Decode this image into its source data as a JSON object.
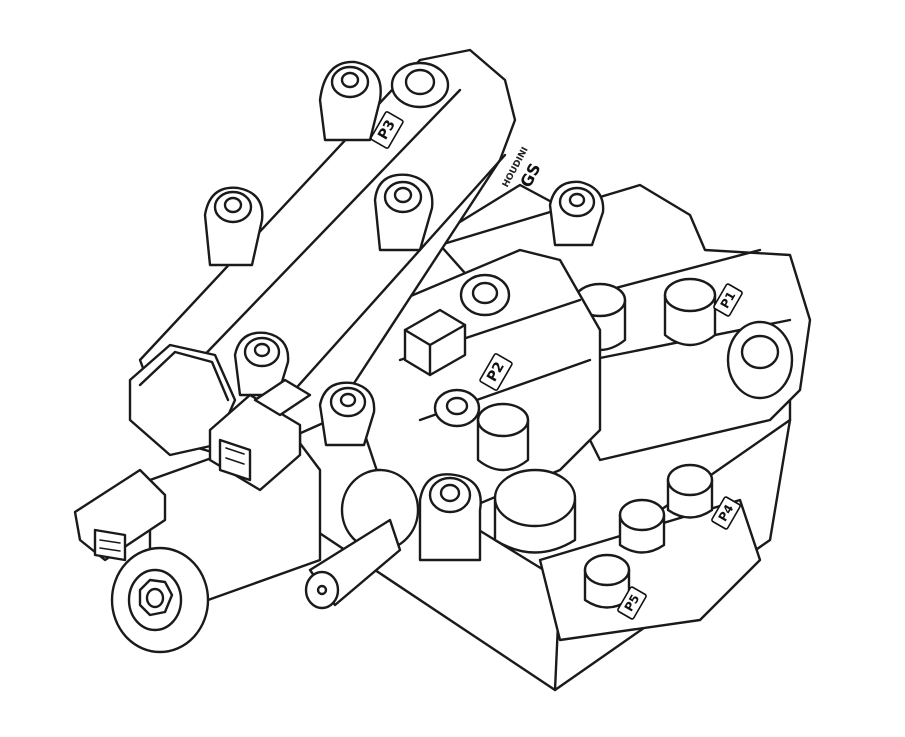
{
  "labels": {
    "p3": "P3",
    "p2": "P2",
    "p1": "P1",
    "p4": "P4",
    "p5": "P5"
  },
  "logo": {
    "text": "HOUDINI",
    "mark": "GS"
  },
  "colors": {
    "line": "#1a1a1a",
    "fill": "#ffffff"
  }
}
